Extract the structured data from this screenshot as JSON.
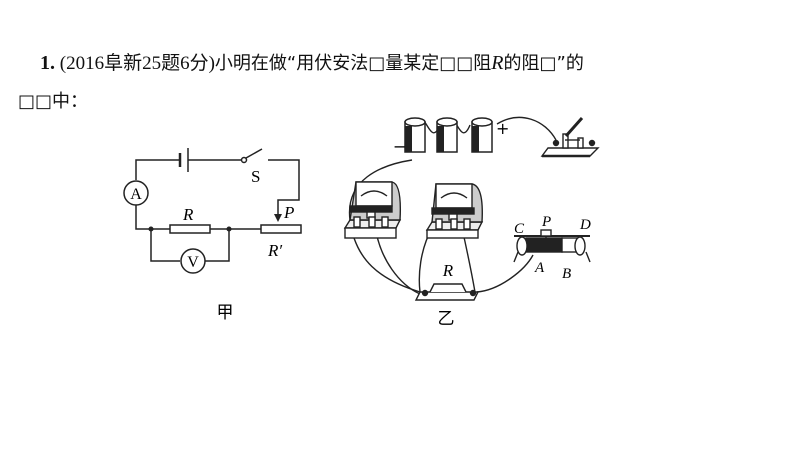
{
  "question": {
    "number": "1",
    "dot": ".",
    "source": "(2016阜新25题6分)",
    "text_part1": "小明在做“用伏安法□量某定□□阻",
    "var_R": "R",
    "text_part2": "的阻□”的",
    "line2": "□□中："
  },
  "figure_jia": {
    "caption": "甲",
    "ammeter_label": "A",
    "voltmeter_label": "V",
    "switch_label": "S",
    "resistor_label": "R",
    "slider_label": "P",
    "rheostat_label": "R′"
  },
  "figure_yi": {
    "caption": "乙",
    "battery_minus": "−",
    "battery_plus": "+",
    "resistor_label": "R",
    "rheostat_terminals": {
      "C": "C",
      "P": "P",
      "D": "D",
      "A": "A",
      "B": "B"
    }
  }
}
